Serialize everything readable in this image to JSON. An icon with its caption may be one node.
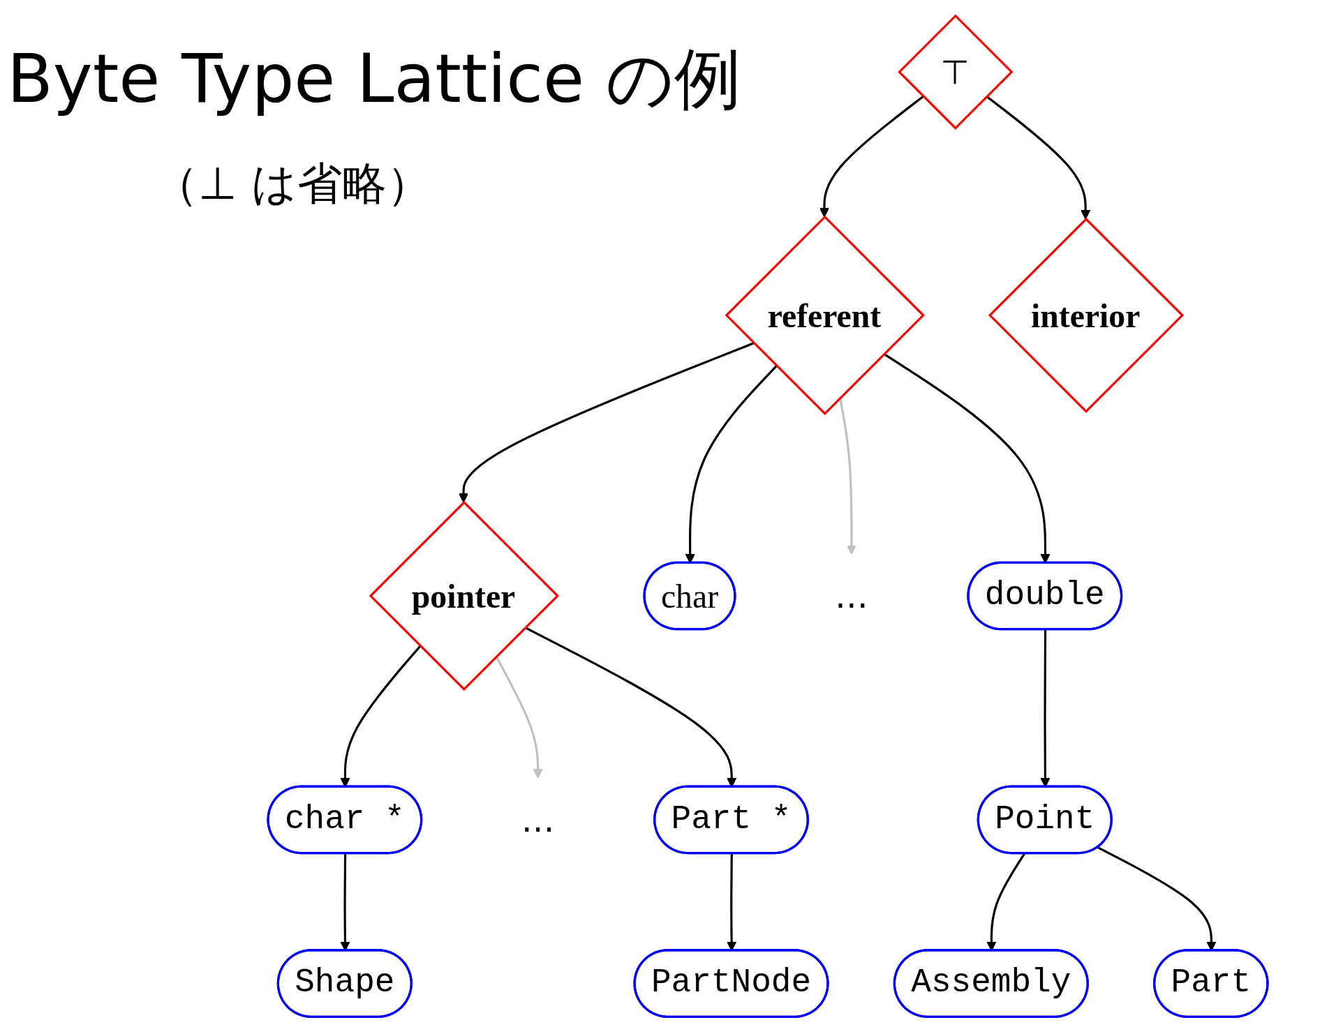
{
  "diagram": {
    "title": "Byte Type Lattice の例",
    "nodes": [
      {
        "text": [
          "⊤"
        ]
      },
      {
        "text": [
          "referent"
        ]
      },
      {
        "text": [
          "interior"
        ]
      },
      {
        "text": [
          "pointer"
        ]
      },
      {
        "text": [
          "char"
        ]
      },
      {
        "text": [
          "…"
        ]
      },
      {
        "text": [
          "double"
        ]
      },
      {
        "text": [
          "char *"
        ]
      },
      {
        "text": [
          "…"
        ]
      },
      {
        "text": [
          "Part *"
        ]
      },
      {
        "text": [
          "Point"
        ]
      },
      {
        "text": [
          "Shape"
        ]
      },
      {
        "text": [
          "PartNode"
        ]
      },
      {
        "text": [
          "Assembly"
        ]
      },
      {
        "text": [
          "Part"
        ]
      }
    ],
    "edges": [
      {
        "from": 0,
        "to": 1,
        "arrow": "to"
      },
      {
        "from": 0,
        "to": 2,
        "arrow": "to"
      },
      {
        "from": 1,
        "to": 3,
        "arrow": "to"
      },
      {
        "from": 1,
        "to": 4,
        "arrow": "to"
      },
      {
        "from": 1,
        "to": 5,
        "arrow": "to",
        "color": "#c0c0c0"
      },
      {
        "from": 1,
        "to": 6,
        "arrow": "to"
      },
      {
        "from": 3,
        "to": 7,
        "arrow": "to"
      },
      {
        "from": 3,
        "to": 8,
        "arrow": "to",
        "color": "#c0c0c0"
      },
      {
        "from": 3,
        "to": 9,
        "arrow": "to"
      },
      {
        "from": 6,
        "to": 10,
        "arrow": "to"
      },
      {
        "from": 7,
        "to": 11,
        "arrow": "to"
      },
      {
        "from": 9,
        "to": 12,
        "arrow": "to"
      },
      {
        "from": 10,
        "to": 13,
        "arrow": "to"
      },
      {
        "from": 10,
        "to": 14,
        "arrow": "to"
      }
    ],
    "labels": [
      "（⊥ は省略）"
    ]
  }
}
